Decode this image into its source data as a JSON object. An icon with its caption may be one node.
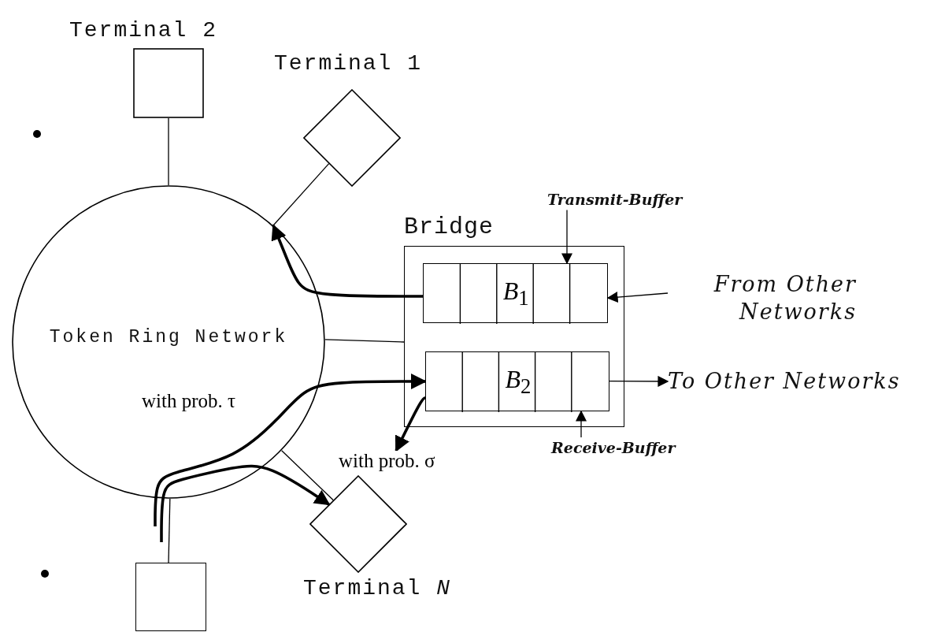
{
  "diagram": {
    "nodes": [
      {
        "text": [
          "Token Ring Network"
        ]
      },
      {
        "text": [
          "Terminal 2"
        ]
      },
      {
        "text": [
          "Terminal 1"
        ]
      },
      {
        "text": [
          "Bridge"
        ]
      },
      {
        "text": [
          "*B*$_{1}$"
        ],
        "in": 3
      },
      {
        "text": [
          "*B*$_{2}$"
        ],
        "in": 3
      },
      {
        "text": [
          "Terminal *N*"
        ]
      },
      {
        "text": [],
        "shape": "box"
      },
      {
        "text": [
          "From Other Networks"
        ]
      },
      {
        "text": [
          "To Other Networks"
        ]
      },
      {
        "text": [
          "Transmit-Buffer"
        ]
      },
      {
        "text": [
          "Receive-Buffer"
        ]
      }
    ],
    "edges": [
      {
        "from": 1,
        "to": 0,
        "arrow": "none"
      },
      {
        "from": 2,
        "to": 0,
        "arrow": "none"
      },
      {
        "from": 3,
        "to": 0,
        "arrow": "none"
      },
      {
        "from": 6,
        "to": 0,
        "arrow": "none"
      },
      {
        "from": 7,
        "to": 0,
        "arrow": "none"
      },
      {
        "from": 4,
        "to": 0,
        "arrow": "to",
        "style": "thick"
      },
      {
        "from": null,
        "to": 5,
        "arrow": "to",
        "label": "with prob. τ",
        "style": "thick"
      },
      {
        "from": null,
        "to": 6,
        "arrow": "to",
        "style": "thick"
      },
      {
        "from": 5,
        "to": null,
        "arrow": "to",
        "label": "with prob. σ",
        "style": "thick"
      },
      {
        "from": 8,
        "to": 4,
        "arrow": "to"
      },
      {
        "from": 5,
        "to": 9,
        "arrow": "to"
      },
      {
        "from": 10,
        "to": 4,
        "arrow": "to"
      },
      {
        "from": 11,
        "to": 5,
        "arrow": "to"
      }
    ]
  }
}
